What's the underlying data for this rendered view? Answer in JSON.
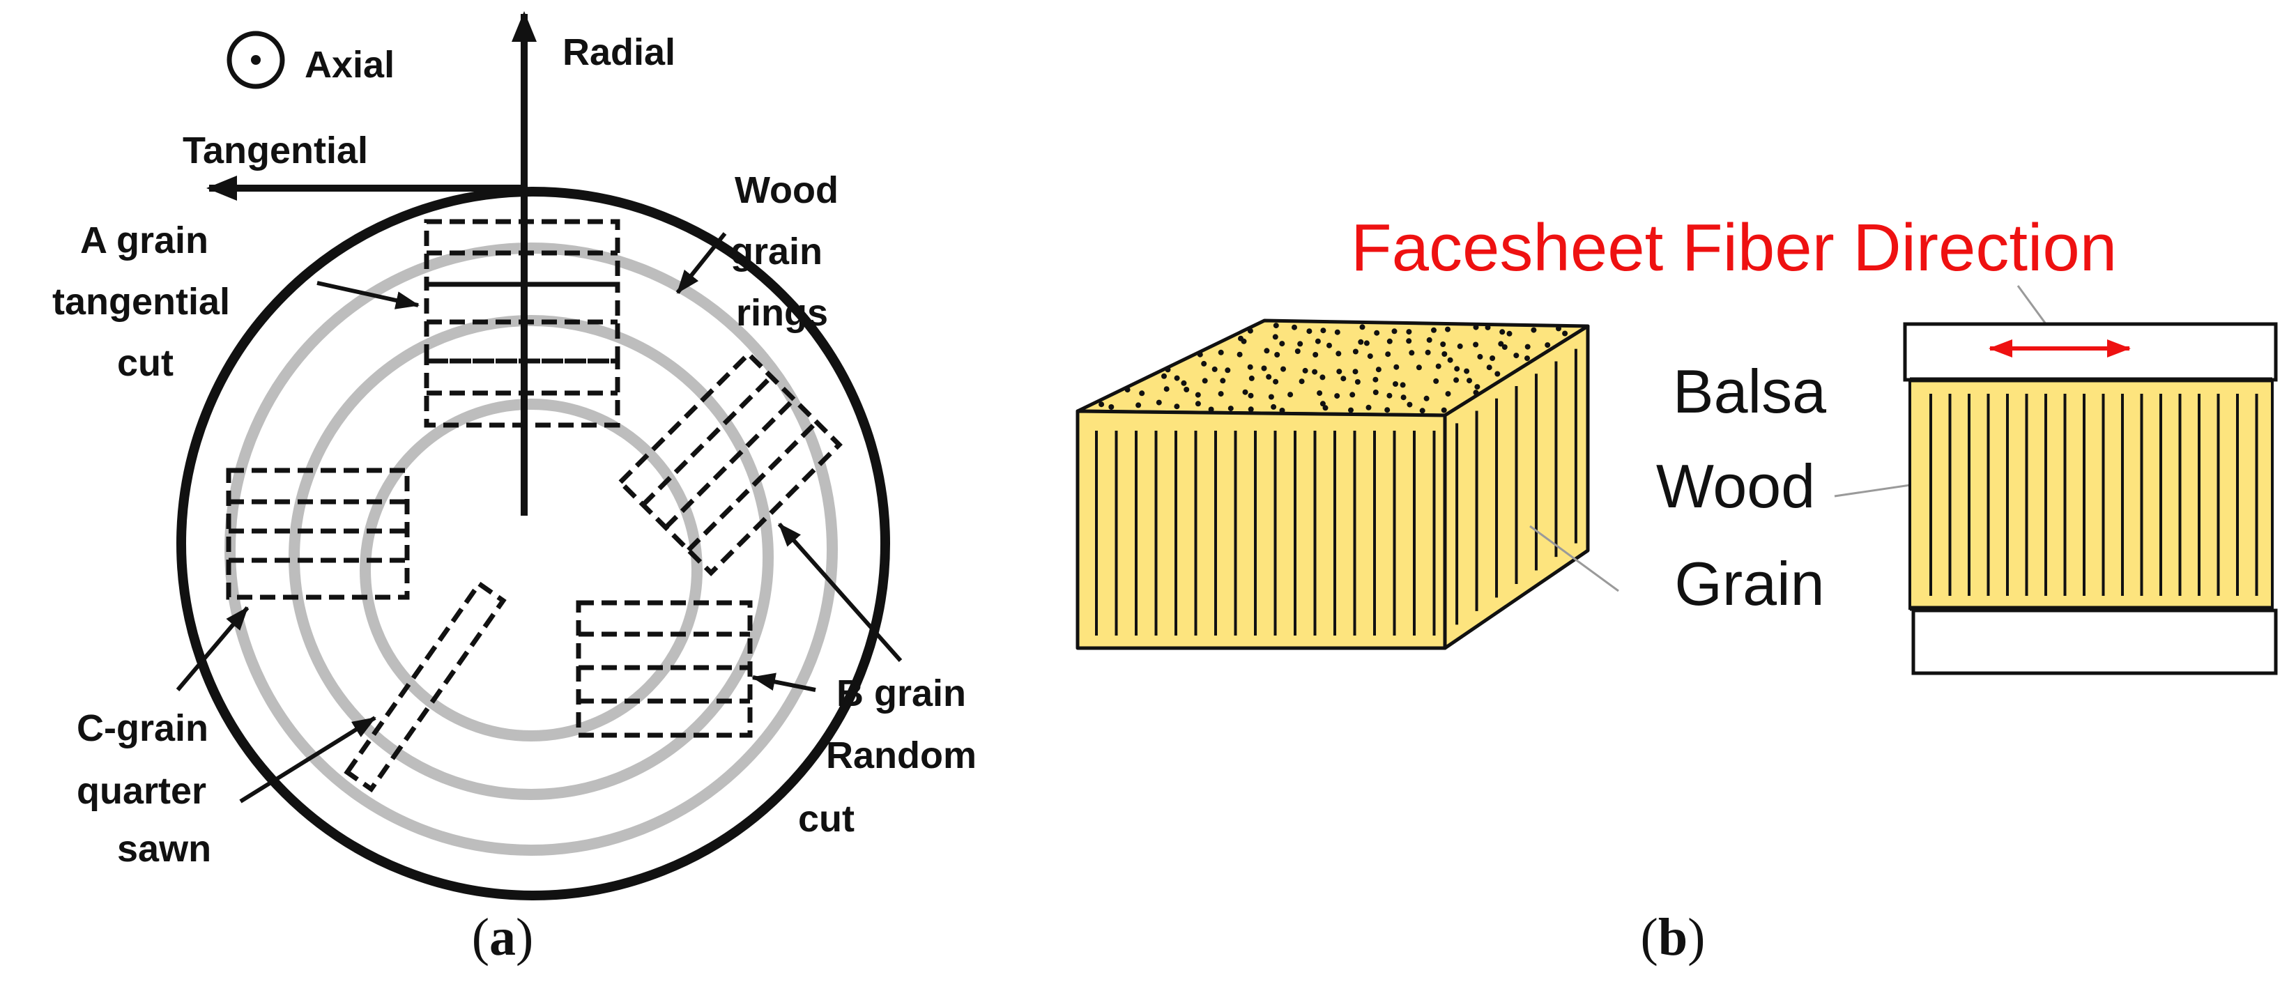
{
  "panel_a": {
    "axes": {
      "axial": "Axial",
      "radial": "Radial",
      "tangential": "Tangential"
    },
    "labels": {
      "wood_grain_rings": [
        "Wood",
        "grain",
        "rings"
      ],
      "a_grain": [
        "A grain",
        "tangential",
        "cut"
      ],
      "b_grain": [
        "B grain",
        "Random",
        "cut"
      ],
      "c_grain": [
        "C-grain",
        "quarter",
        "sawn"
      ]
    },
    "caption_letter": "a"
  },
  "panel_b": {
    "title": "Facesheet Fiber Direction",
    "balsa_label": [
      "Balsa",
      "Wood",
      "Grain"
    ],
    "caption_letter": "b"
  },
  "colors": {
    "balsa_fill": "#FDE47E",
    "ring_gray": "#BDBDBD",
    "accent_red": "#EE1111",
    "line_dark": "#111111"
  }
}
